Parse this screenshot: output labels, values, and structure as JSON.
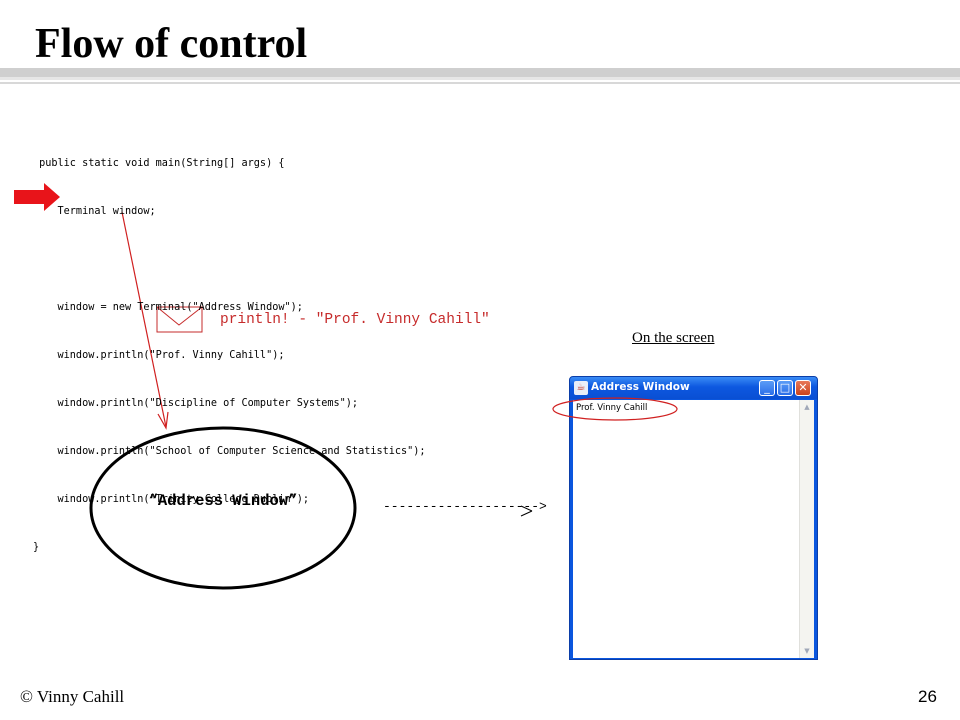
{
  "slide": {
    "title": "Flow of control",
    "footer_copyright": "© Vinny Cahill",
    "page_number": "26"
  },
  "code": {
    "lines": [
      " public static void main(String[] args) {",
      "    Terminal window;",
      "",
      "    window = new Terminal(\"Address Window\");",
      "    window.println(\"Prof. Vinny Cahill\");",
      "    window.println(\"Discipline of Computer Systems\");",
      "    window.println(\"School of Computer Science and Statistics\");",
      "    window.println(\"Trinity College Dublin\");",
      "}"
    ]
  },
  "annotations": {
    "message_text": "println! - \"Prof. Vinny Cahill\"",
    "screen_label": "On the screen",
    "object_label": "“Address Window”",
    "dashed_arrow_text": "-------------------->"
  },
  "terminal_window": {
    "title": "Address Window",
    "content_line": "Prof. Vinny Cahill",
    "icon_glyph": "☕",
    "minimize_glyph": "_",
    "maximize_glyph": "□",
    "close_glyph": "✕",
    "scroll_up_glyph": "▲",
    "scroll_down_glyph": "▼"
  },
  "colors": {
    "pointer_arrow": "#e8141a",
    "annotation_red": "#c62b2b",
    "titlebar_blue": "#0a56de"
  }
}
